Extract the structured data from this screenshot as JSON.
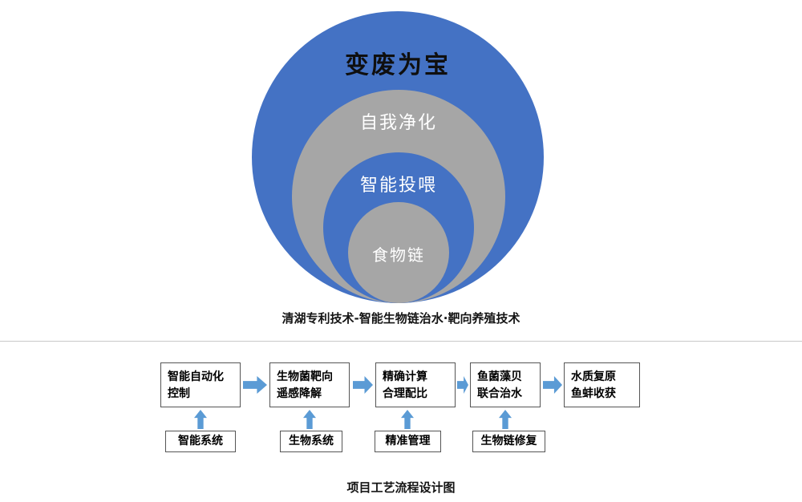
{
  "onion": {
    "caption": "清湖专利技术-智能生物链治水·靶向养殖技术",
    "rings": [
      {
        "label": "变废为宝",
        "color": "#4472C4"
      },
      {
        "label": "自我净化",
        "color": "#A6A6A6"
      },
      {
        "label": "智能投喂",
        "color": "#4472C4"
      },
      {
        "label": "食物链",
        "color": "#A6A6A6"
      }
    ]
  },
  "flowchart": {
    "caption": "项目工艺流程设计图",
    "arrow_color": "#5B9BD5",
    "box_border_color": "#555555",
    "steps": [
      {
        "line1": "智能自动化",
        "line2": "控制",
        "sub": "智能系统"
      },
      {
        "line1": "生物菌靶向",
        "line2": "遥感降解",
        "sub": "生物系统"
      },
      {
        "line1": "精确计算",
        "line2": "合理配比",
        "sub": "精准管理"
      },
      {
        "line1": "鱼菌藻贝",
        "line2": "联合治水",
        "sub": "生物链修复"
      },
      {
        "line1": "水质复原",
        "line2": "鱼蚌收获",
        "sub": null
      }
    ]
  },
  "colors": {
    "blue": "#4472C4",
    "gray": "#A6A6A6",
    "divider": "#c9c9c9",
    "title_text": "#0f0f0f",
    "ring_label_text": "#ffffff"
  }
}
